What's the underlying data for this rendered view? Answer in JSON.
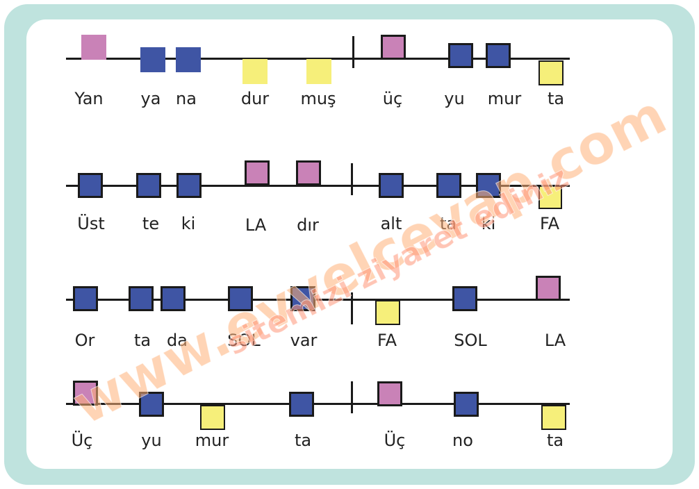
{
  "colors": {
    "blue": "#3f55a4",
    "pink": "#c982b7",
    "yellow": "#f6ef7a",
    "frame": "#bfe3de"
  },
  "rows": [
    {
      "syllables": [
        "Yan",
        "ya",
        "na",
        "dur",
        "muş",
        "üç",
        "yu",
        "mur",
        "ta"
      ]
    },
    {
      "syllables": [
        "Üst",
        "te",
        "ki",
        "LA",
        "dır",
        "alt",
        "ta",
        "ki",
        "FA"
      ]
    },
    {
      "syllables": [
        "Or",
        "ta",
        "da",
        "SOL",
        "var",
        "FA",
        "SOL",
        "LA"
      ]
    },
    {
      "syllables": [
        "Üç",
        "yu",
        "mur",
        "ta",
        "Üç",
        "no",
        "ta"
      ]
    }
  ],
  "watermark": {
    "line1": "www.evvelcevap.com",
    "line2": "sitemizi ziyaret ediniz"
  }
}
